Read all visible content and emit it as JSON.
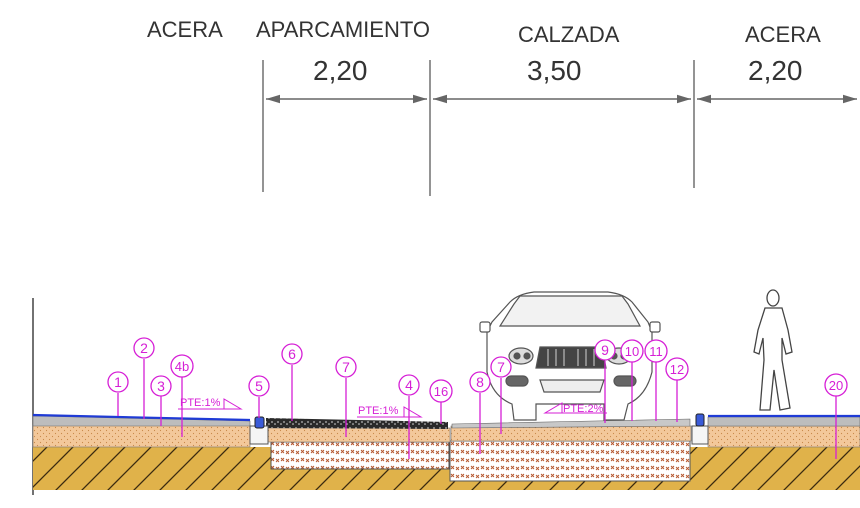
{
  "header_labels": {
    "acera_left": "ACERA",
    "aparcamiento": "APARCAMIENTO",
    "calzada": "CALZADA",
    "acera_right": "ACERA"
  },
  "dimensions": {
    "aparcamiento": "2,20",
    "calzada": "3,50",
    "acera_right": "2,20"
  },
  "slopes": {
    "acera_left": "PTE:1%",
    "aparcamiento": "PTE:1%",
    "calzada": "PTE:2%"
  },
  "callouts": [
    "1",
    "2",
    "3",
    "4b",
    "5",
    "6",
    "7",
    "4",
    "16",
    "8",
    "7",
    "9",
    "10",
    "11",
    "12",
    "20"
  ],
  "colors": {
    "callout": "#d61fd6",
    "sand": "#f3c89a",
    "soil": "#e0b24a",
    "gravel_fill": "#ffffff",
    "gravel_dots": "#b5572f",
    "asphalt": "#2a2a2a",
    "pavement_line": "#1f3bd6"
  },
  "icons": [
    "car-front-icon",
    "pedestrian-icon"
  ]
}
